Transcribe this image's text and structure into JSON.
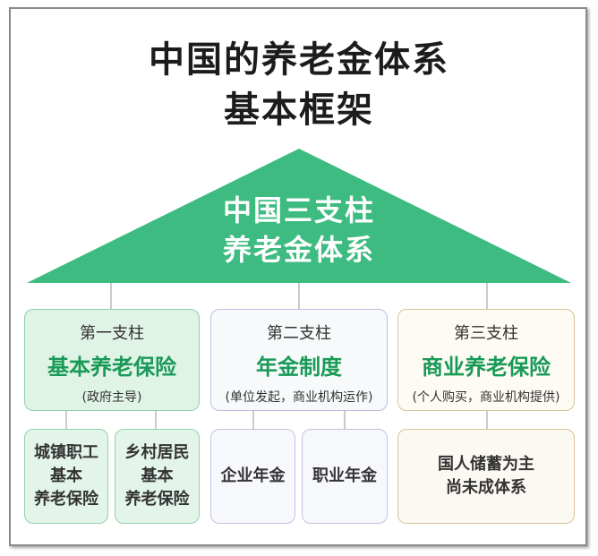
{
  "title": {
    "line1": "中国的养老金体系",
    "line2": "基本框架"
  },
  "roof": {
    "line1": "中国三支柱",
    "line2": "养老金体系"
  },
  "pillars": [
    {
      "label": "第一支柱",
      "name": "基本养老保险",
      "note": "(政府主导)"
    },
    {
      "label": "第二支柱",
      "name": "年金制度",
      "note": "(单位发起，商业机构运作)"
    },
    {
      "label": "第三支柱",
      "name": "商业养老保险",
      "note": "(个人购买，商业机构提供)"
    }
  ],
  "subs": [
    {
      "line1": "城镇职工",
      "line2": "基本",
      "line3": "养老保险"
    },
    {
      "line1": "乡村居民",
      "line2": "基本",
      "line3": "养老保险"
    },
    {
      "line1": "企业年金"
    },
    {
      "line1": "职业年金"
    },
    {
      "line1": "国人储蓄为主",
      "line2": "尚未成体系"
    }
  ],
  "colors": {
    "roof": "#3dbb80",
    "accent_green": "#1a9a57",
    "connector": "#b8b8b8"
  }
}
